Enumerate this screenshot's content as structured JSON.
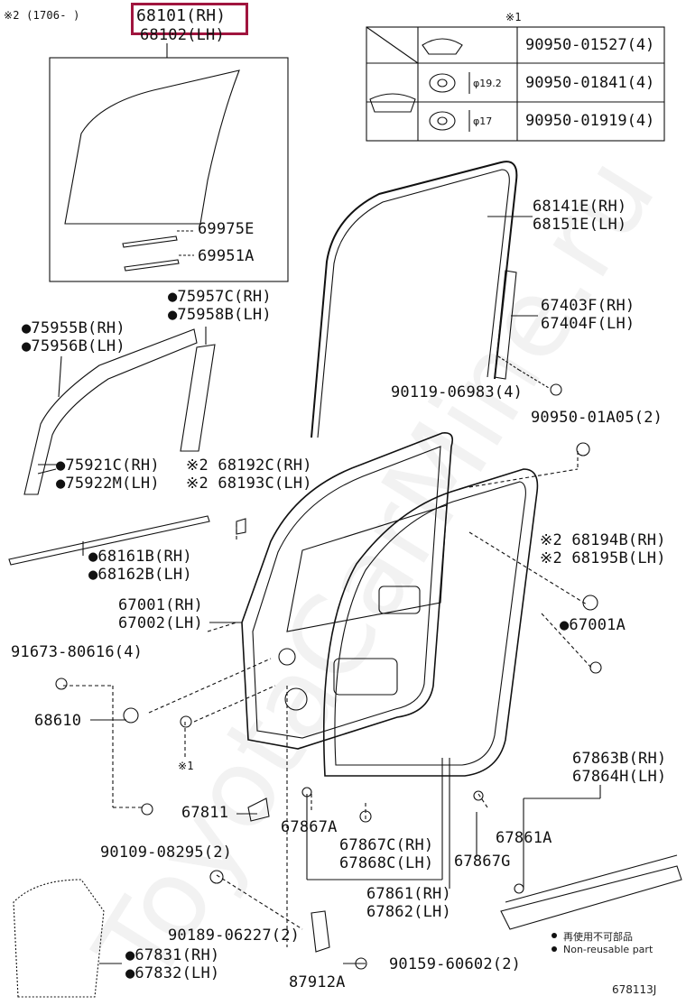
{
  "header_note": "※2 (1706-     )",
  "table_note": "※1",
  "highlighted_part": "68101(RH)",
  "fastener_table": {
    "rows": [
      {
        "part": "90950-01527(4)",
        "diameter": ""
      },
      {
        "part": "90950-01841(4)",
        "diameter": "φ19.2"
      },
      {
        "part": "90950-01919(4)",
        "diameter": "φ17"
      }
    ]
  },
  "labels": {
    "l68102": "68102(LH)",
    "l69975E": "69975E",
    "l69951A": "69951A",
    "l75957C": "●75957C(RH)",
    "l75958B": "●75958B(LH)",
    "l75955B": "●75955B(RH)",
    "l75956B": "●75956B(LH)",
    "l68141E": "68141E(RH)",
    "l68151E": "68151E(LH)",
    "l67403F": "67403F(RH)",
    "l67404F": "67404F(LH)",
    "l90119": "90119-06983(4)",
    "l90950a": "90950-01A05(2)",
    "l75921C": "●75921C(RH)",
    "l75922M": "●75922M(LH)",
    "l68192C": "※2 68192C(RH)",
    "l68193C": "※2 68193C(LH)",
    "l68194B": "※2 68194B(RH)",
    "l68195B": "※2 68195B(LH)",
    "l68161B": "●68161B(RH)",
    "l68162B": "●68162B(LH)",
    "l67001": "67001(RH)",
    "l67002": "67002(LH)",
    "l67001A": "●67001A",
    "l91673": "91673-80616(4)",
    "l68610": "68610",
    "l1star": "※1",
    "l67863B": "67863B(RH)",
    "l67864H": "67864H(LH)",
    "l67811": "67811",
    "l67867A": "67867A",
    "l67861A": "67861A",
    "l67867C": "67867C(RH)",
    "l67868C": "67868C(LH)",
    "l67867G": "67867G",
    "l90109": "90109-08295(2)",
    "l67861": "67861(RH)",
    "l67862": "67862(LH)",
    "l90189": "90189-06227(2)",
    "l67831": "●67831(RH)",
    "l67832": "●67832(LH)",
    "l90159": "90159-60602(2)",
    "l87912A": "87912A"
  },
  "legend": {
    "cn": "再使用不可部品",
    "en": "Non-reusable part"
  },
  "diagram_id": "678113J",
  "watermark": "ToyotaCarMine.ru"
}
